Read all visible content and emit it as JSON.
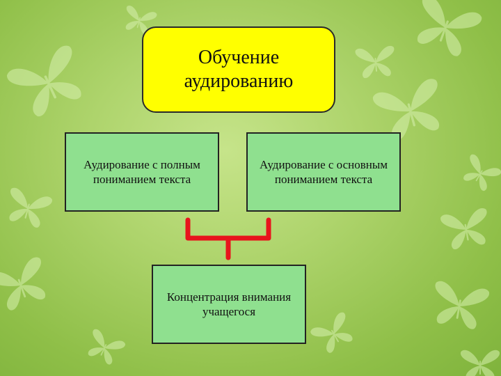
{
  "diagram": {
    "title": "Обучение аудированию",
    "nodes": [
      {
        "id": "full",
        "label": "Аудирование с полным пониманием текста"
      },
      {
        "id": "main",
        "label": "Аудирование с основным пониманием текста"
      },
      {
        "id": "concentration",
        "label": "Концентрация внимания учащегося"
      }
    ],
    "connectors": [
      {
        "from": [
          "full",
          "main"
        ],
        "to": "concentration",
        "style": "brace"
      }
    ]
  },
  "colors": {
    "title_fill": "#ffff00",
    "node_fill": "#8fe08f",
    "brace": "#e8141c",
    "background": "#a9d466",
    "butterflies": "#d8f0b0"
  }
}
